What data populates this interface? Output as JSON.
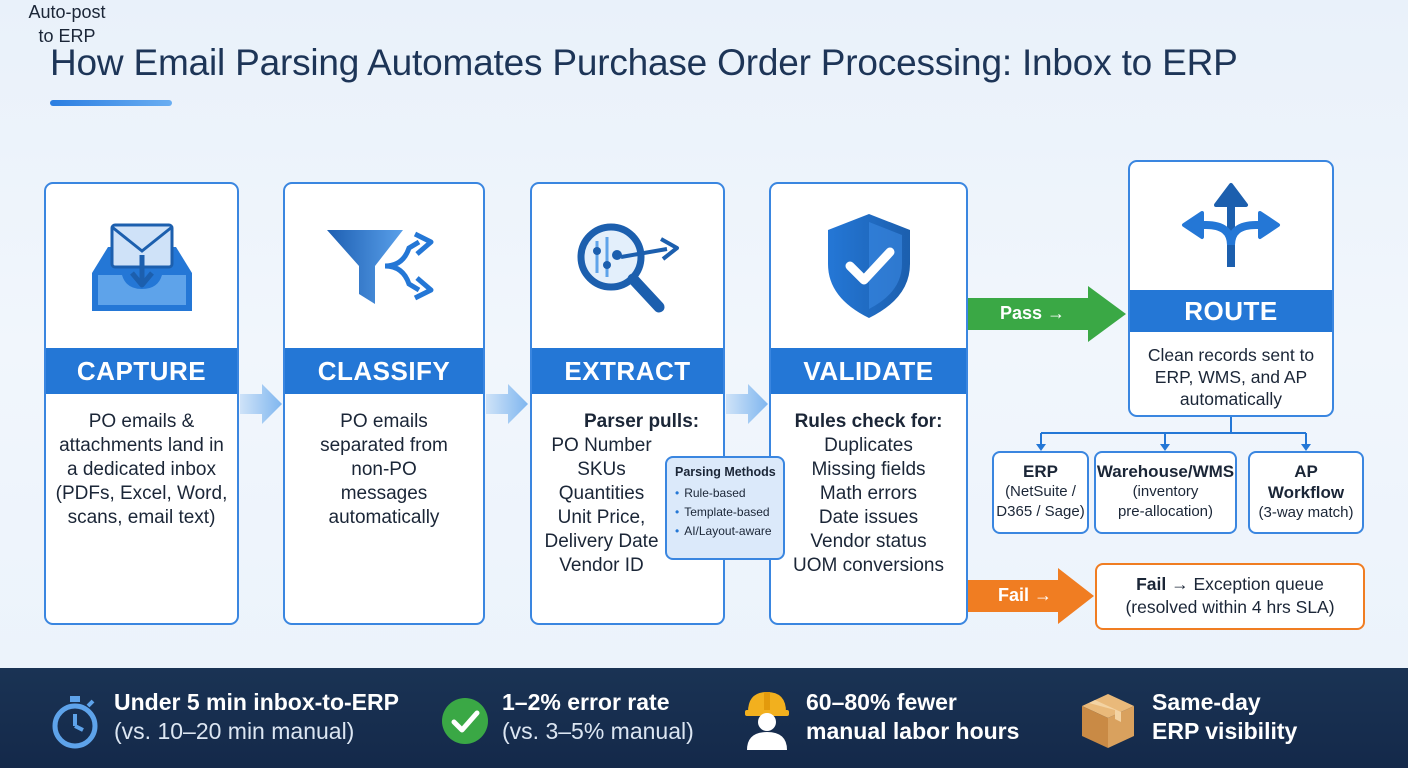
{
  "title": "How Email Parsing Automates Purchase Order Processing: Inbox to ERP",
  "stages": [
    {
      "name": "CAPTURE",
      "icon": "inbox-icon",
      "lines": [
        "PO emails &",
        "attachments land in",
        "a dedicated inbox",
        "(PDFs, Excel, Word,",
        "scans, email text)"
      ]
    },
    {
      "name": "CLASSIFY",
      "icon": "funnel-icon",
      "lines": [
        "PO emails",
        "separated from",
        "non-PO",
        "messages",
        "automatically"
      ]
    },
    {
      "name": "EXTRACT",
      "icon": "magnifier-icon",
      "heading": "Parser pulls:",
      "lines": [
        "PO Number",
        "SKUs",
        "Quantities",
        "Unit Price,",
        "Delivery Date",
        "Vendor ID"
      ]
    },
    {
      "name": "VALIDATE",
      "icon": "shield-check-icon",
      "heading": "Rules check for:",
      "lines": [
        "Duplicates",
        "Missing fields",
        "Math errors",
        "Date issues",
        "Vendor status",
        "UOM conversions"
      ]
    }
  ],
  "parsing_methods": {
    "title": "Parsing Methods",
    "items": [
      "Rule-based",
      "Template-based",
      "AI/Layout-aware"
    ]
  },
  "pass": {
    "label": "Pass →",
    "note_lines": [
      "Auto-post",
      "to ERP"
    ]
  },
  "route": {
    "name": "ROUTE",
    "icon": "split-arrows-icon",
    "lines": [
      "Clean records sent to",
      "ERP, WMS, and AP",
      "automatically"
    ]
  },
  "destinations": [
    {
      "title": "ERP",
      "sub": [
        "(NetSuite /",
        "D365 / Sage)"
      ]
    },
    {
      "title": "Warehouse/WMS",
      "sub": [
        "(inventory",
        "pre-allocation)"
      ]
    },
    {
      "title_lines": [
        "AP",
        "Workflow"
      ],
      "sub": [
        "(3-way match)"
      ]
    }
  ],
  "fail": {
    "label": "Fail →",
    "box_bold": "Fail",
    "box_line1_rest": " → Exception queue",
    "box_line2": "(resolved within 4 hrs SLA)"
  },
  "metrics": [
    {
      "icon": "stopwatch-icon",
      "line1": "Under 5 min inbox-to-ERP",
      "line2": "(vs. 10–20 min manual)",
      "line2_style": "light"
    },
    {
      "icon": "check-circle-icon",
      "line1": "1–2% error rate",
      "line2": "(vs. 3–5% manual)",
      "line2_style": "light"
    },
    {
      "icon": "worker-icon",
      "line1": "60–80% fewer",
      "line2": "manual labor hours",
      "line2_style": "bold"
    },
    {
      "icon": "box-icon",
      "line1": "Same-day",
      "line2": "ERP visibility",
      "line2_style": "bold"
    }
  ],
  "colors": {
    "primary_blue": "#2477d6",
    "pass_green": "#3aa845",
    "fail_orange": "#f07d22",
    "navy": "#14294a"
  }
}
